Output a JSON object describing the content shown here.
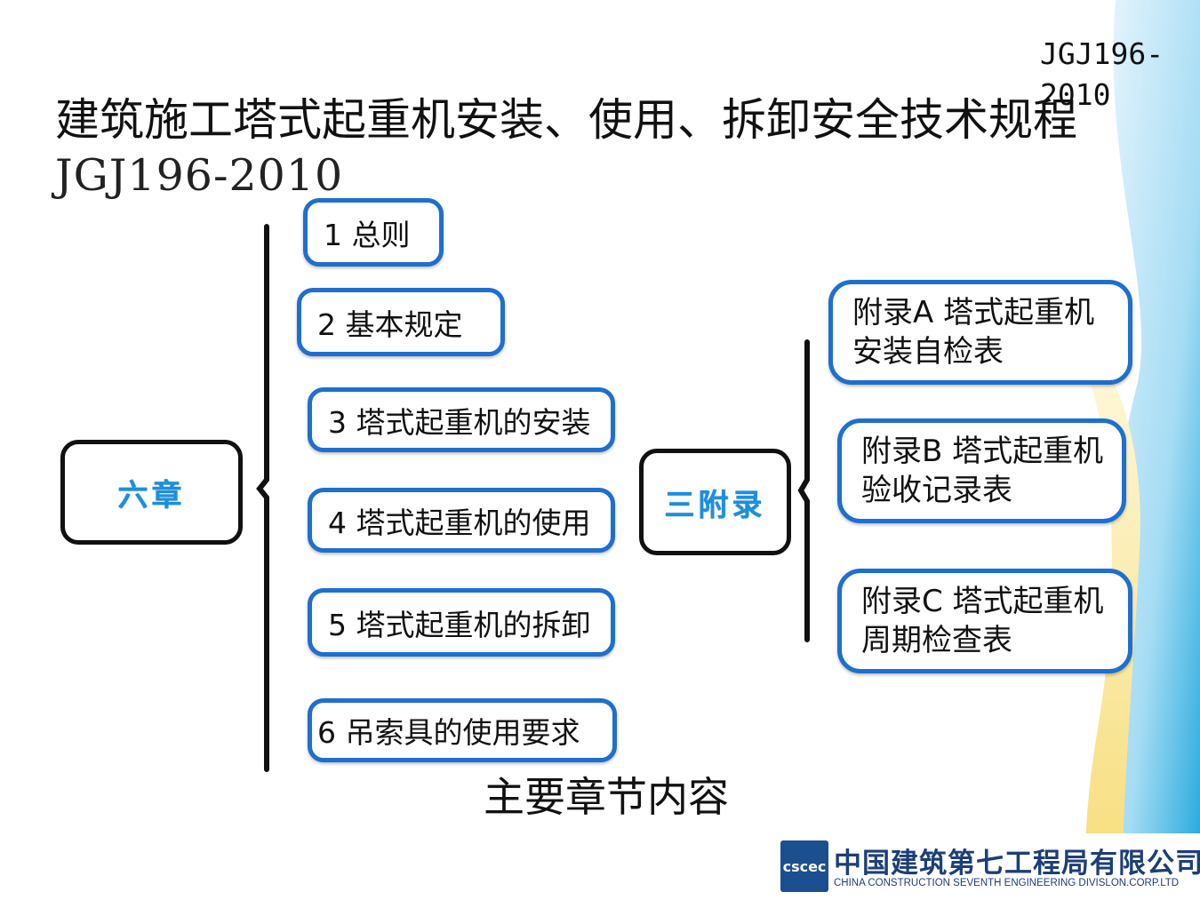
{
  "slide": {
    "page_code": "JGJ196-2010",
    "title": "建筑施工塔式起重机安装、使用、拆卸安全技术规程",
    "subtitle": "JGJ196-2010",
    "caption": "主要章节内容"
  },
  "diagram": {
    "left_hub": {
      "label": "六章"
    },
    "chapters": [
      {
        "label": "1  总则"
      },
      {
        "label": "2  基本规定"
      },
      {
        "label": "3 塔式起重机的安装"
      },
      {
        "label": "4 塔式起重机的使用"
      },
      {
        "label": "5 塔式起重机的拆卸"
      },
      {
        "label": "6  吊索具的使用要求"
      }
    ],
    "right_hub": {
      "label": "三附录"
    },
    "appendices": [
      {
        "label": "附录A 塔式起重机安装自检表"
      },
      {
        "label": "附录B 塔式起重机验收记录表"
      },
      {
        "label": "附录C 塔式起重机周期检查表"
      }
    ],
    "colors": {
      "node_border": "#1e6fd0",
      "hub_border": "#111111",
      "hub_text": "#1a8fe0"
    }
  },
  "footer": {
    "logo_icon": "cscec-logo-icon",
    "company_cn": "中国建筑第七工程局有限公司",
    "company_en": "CHINA CONSTRUCTION SEVENTH ENGINEERING DIVISLON.CORP.LTD"
  }
}
